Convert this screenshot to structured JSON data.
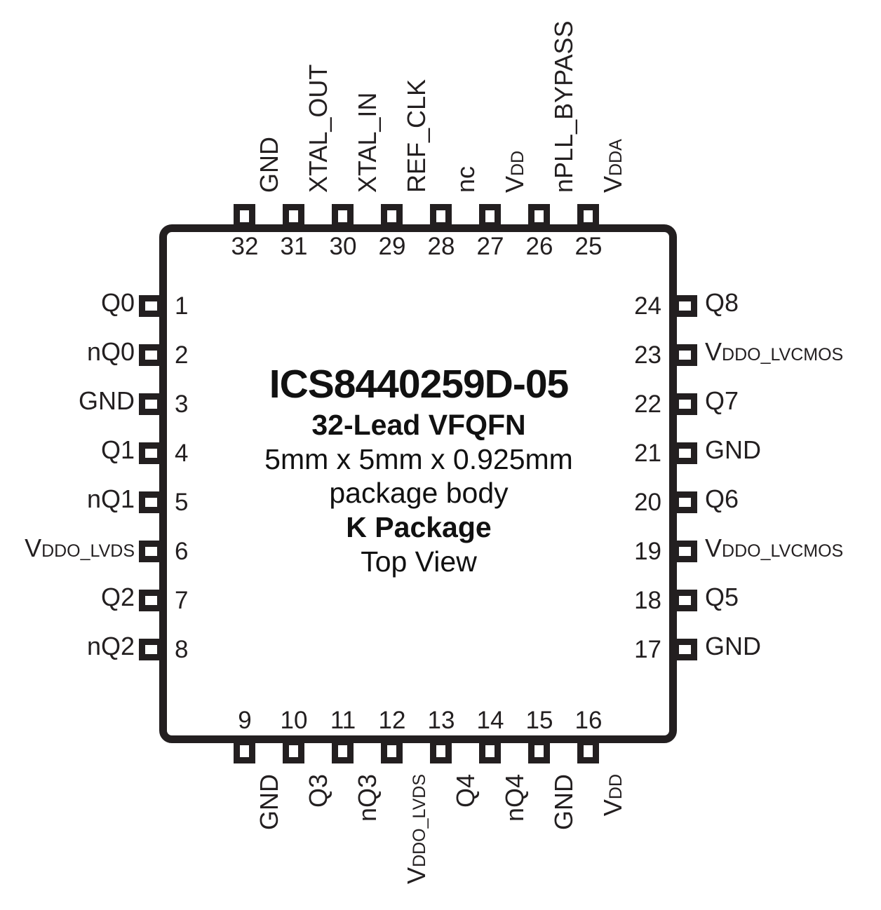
{
  "package": {
    "part_number": "ICS8440259D-05",
    "lead_count_line": "32-Lead VFQFN",
    "dimensions_line": "5mm x 5mm x 0.925mm",
    "body_line": "package body",
    "package_code_line": "K Package",
    "view_line": "Top View"
  },
  "colors": {
    "outline": "#231f20",
    "background": "#ffffff",
    "text": "#231f20"
  },
  "pins": {
    "left": [
      {
        "number": "1",
        "label_main": "Q0",
        "label_sub": ""
      },
      {
        "number": "2",
        "label_main": "nQ0",
        "label_sub": ""
      },
      {
        "number": "3",
        "label_main": "GND",
        "label_sub": ""
      },
      {
        "number": "4",
        "label_main": "Q1",
        "label_sub": ""
      },
      {
        "number": "5",
        "label_main": "nQ1",
        "label_sub": ""
      },
      {
        "number": "6",
        "label_main": "V",
        "label_sub": "DDO_LVDS"
      },
      {
        "number": "7",
        "label_main": "Q2",
        "label_sub": ""
      },
      {
        "number": "8",
        "label_main": "nQ2",
        "label_sub": ""
      }
    ],
    "bottom": [
      {
        "number": "9",
        "label_main": "GND",
        "label_sub": ""
      },
      {
        "number": "10",
        "label_main": "Q3",
        "label_sub": ""
      },
      {
        "number": "11",
        "label_main": "nQ3",
        "label_sub": ""
      },
      {
        "number": "12",
        "label_main": "V",
        "label_sub": "DDO_LVDS"
      },
      {
        "number": "13",
        "label_main": "Q4",
        "label_sub": ""
      },
      {
        "number": "14",
        "label_main": "nQ4",
        "label_sub": ""
      },
      {
        "number": "15",
        "label_main": "GND",
        "label_sub": ""
      },
      {
        "number": "16",
        "label_main": "V",
        "label_sub": "DD"
      }
    ],
    "right": [
      {
        "number": "17",
        "label_main": "GND",
        "label_sub": ""
      },
      {
        "number": "18",
        "label_main": "Q5",
        "label_sub": ""
      },
      {
        "number": "19",
        "label_main": "V",
        "label_sub": "DDO_LVCMOS"
      },
      {
        "number": "20",
        "label_main": "Q6",
        "label_sub": ""
      },
      {
        "number": "21",
        "label_main": "GND",
        "label_sub": ""
      },
      {
        "number": "22",
        "label_main": "Q7",
        "label_sub": ""
      },
      {
        "number": "23",
        "label_main": "V",
        "label_sub": "DDO_LVCMOS"
      },
      {
        "number": "24",
        "label_main": "Q8",
        "label_sub": ""
      }
    ],
    "top": [
      {
        "number": "25",
        "label_main": "V",
        "label_sub": "DDA"
      },
      {
        "number": "26",
        "label_main": "nPLL_BYPASS",
        "label_sub": ""
      },
      {
        "number": "27",
        "label_main": "V",
        "label_sub": "DD"
      },
      {
        "number": "28",
        "label_main": "nc",
        "label_sub": ""
      },
      {
        "number": "29",
        "label_main": "REF_CLK",
        "label_sub": ""
      },
      {
        "number": "30",
        "label_main": "XTAL_IN",
        "label_sub": ""
      },
      {
        "number": "31",
        "label_main": "XTAL_OUT",
        "label_sub": ""
      },
      {
        "number": "32",
        "label_main": "GND",
        "label_sub": ""
      }
    ]
  }
}
